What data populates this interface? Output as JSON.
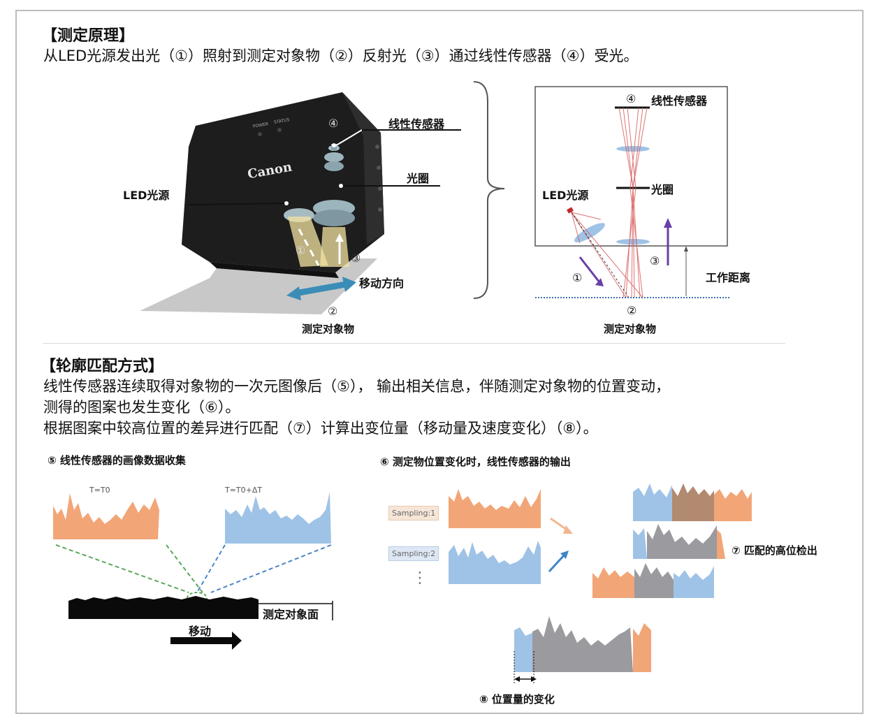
{
  "principle": {
    "title": "【测定原理】",
    "description": "从LED光源发出光（①）照射到测定对象物（②）反射光（③）通过线性传感器（④）受光。"
  },
  "left_diagram": {
    "led_label": "LED光源",
    "sensor_label": "线性传感器",
    "aperture_label": "光圈",
    "move_label": "移动方向",
    "object_label": "测定对象物",
    "brand": "Canon",
    "power_label": "POWER",
    "status_label": "STATUS",
    "num_1": "①",
    "num_2": "②",
    "num_3": "③",
    "num_4": "④"
  },
  "right_diagram": {
    "sensor_label": "线性传感器",
    "aperture_label": "光圈",
    "led_label": "LED光源",
    "work_distance_label": "工作距离",
    "object_label": "测定对象物",
    "num_1": "①",
    "num_2": "②",
    "num_3": "③",
    "num_4": "④"
  },
  "matching": {
    "title": "【轮廓匹配方式】",
    "line1": "线性传感器连续取得对象物的一次元图像后（⑤）， 输出相关信息，伴随测定对象物的位置变动，",
    "line2": "测得的图案也发生变化（⑥）。",
    "line3": "根据图案中较高位置的差异进行匹配（⑦）计算出变位量（移动量及速度变化）（⑧）。"
  },
  "panel5": {
    "title": "⑤ 线性传感器的画像数据收集",
    "t0_label": "T=T0",
    "t1_label": "T=T0+ΔT",
    "surface_label": "测定对象面",
    "move_label": "移动"
  },
  "panel6": {
    "title": "⑥ 测定物位置变化时，线性传感器的输出",
    "sampling1": "Sampling:1",
    "sampling2": "Sampling:2",
    "ellipsis": "⋮",
    "match_label": "⑦ 匹配的高位检出",
    "shift_label": "⑧ 位置量的变化"
  },
  "colors": {
    "orange": "#f2a577",
    "blue": "#9fc3e6",
    "gray": "#9a9a9f",
    "brown": "#b28a70",
    "purple": "#6a3fa8",
    "red": "#d85a5a",
    "teal": "#3d86b3"
  }
}
